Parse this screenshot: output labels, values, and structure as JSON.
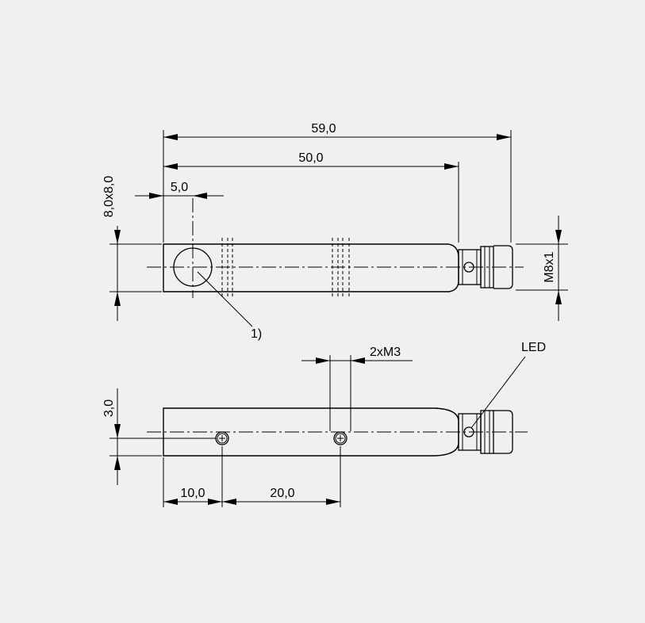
{
  "top_view": {
    "dim_overall": "59,0",
    "dim_body": "50,0",
    "dim_sensor_offset": "5,0",
    "dim_cross_section": "8,0x8,0",
    "dim_thread": "M8x1",
    "note_ref": "1)"
  },
  "side_view": {
    "dim_hole_offset": "3,0",
    "dim_first_hole": "10,0",
    "dim_hole_spacing": "20,0",
    "dim_holes": "2xM3",
    "led_label": "LED"
  }
}
